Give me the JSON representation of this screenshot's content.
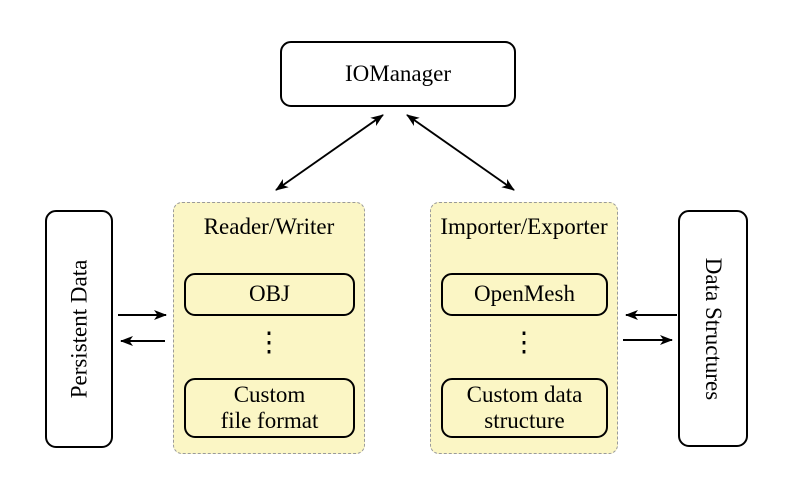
{
  "nodes": {
    "iomanager": {
      "label": "IOManager"
    },
    "persistent_data": {
      "label": "Persistent Data"
    },
    "data_structures": {
      "label": "Data Structures"
    },
    "reader_writer": {
      "title": "Reader/Writer",
      "items": [
        {
          "label": "OBJ"
        },
        {
          "label": "Custom\nfile format"
        }
      ],
      "ellipsis": "⋮"
    },
    "importer_exporter": {
      "title": "Importer/Exporter",
      "items": [
        {
          "label": "OpenMesh"
        },
        {
          "label": "Custom data\nstructure"
        }
      ],
      "ellipsis": "⋮"
    }
  },
  "colors": {
    "canvas_bg": "#ffffff",
    "panel_fill": "#fbf6c5",
    "panel_border": "#9a9a9a",
    "node_border": "#000000",
    "node_fill": "#ffffff",
    "arrow": "#000000"
  }
}
